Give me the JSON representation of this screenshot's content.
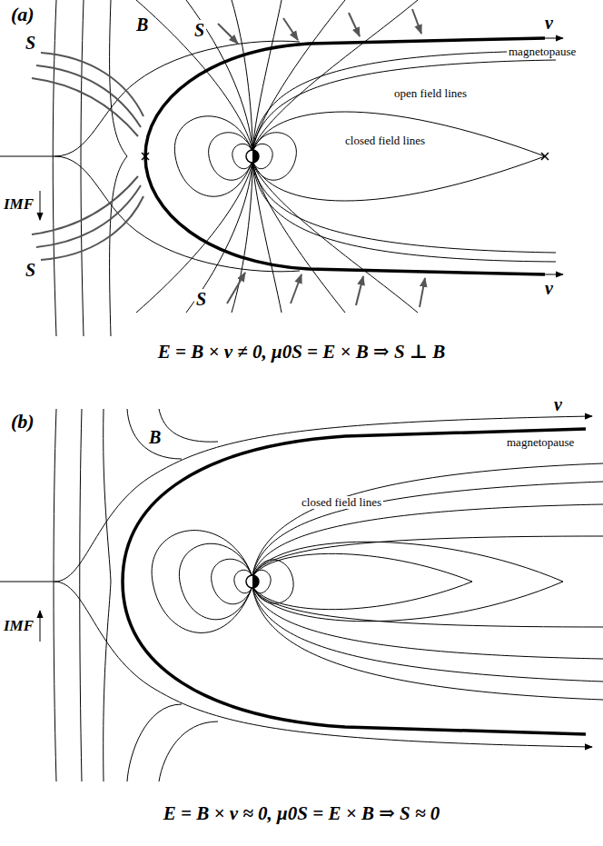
{
  "diagram": {
    "labels": [
      "(a)",
      "S",
      "B",
      "S",
      "v",
      "magnetopause",
      "open field lines",
      "closed field lines",
      "IMF",
      "S",
      "S",
      "v",
      "E = B × v ≠ 0, μ0S = E × B ⇒ S ⊥ B",
      "(b)",
      "B",
      "IMF",
      "v",
      "magnetopause",
      "closed field lines",
      "E = B × v ≈ 0, μ0S = E × B ⇒ S ≈ 0"
    ]
  }
}
